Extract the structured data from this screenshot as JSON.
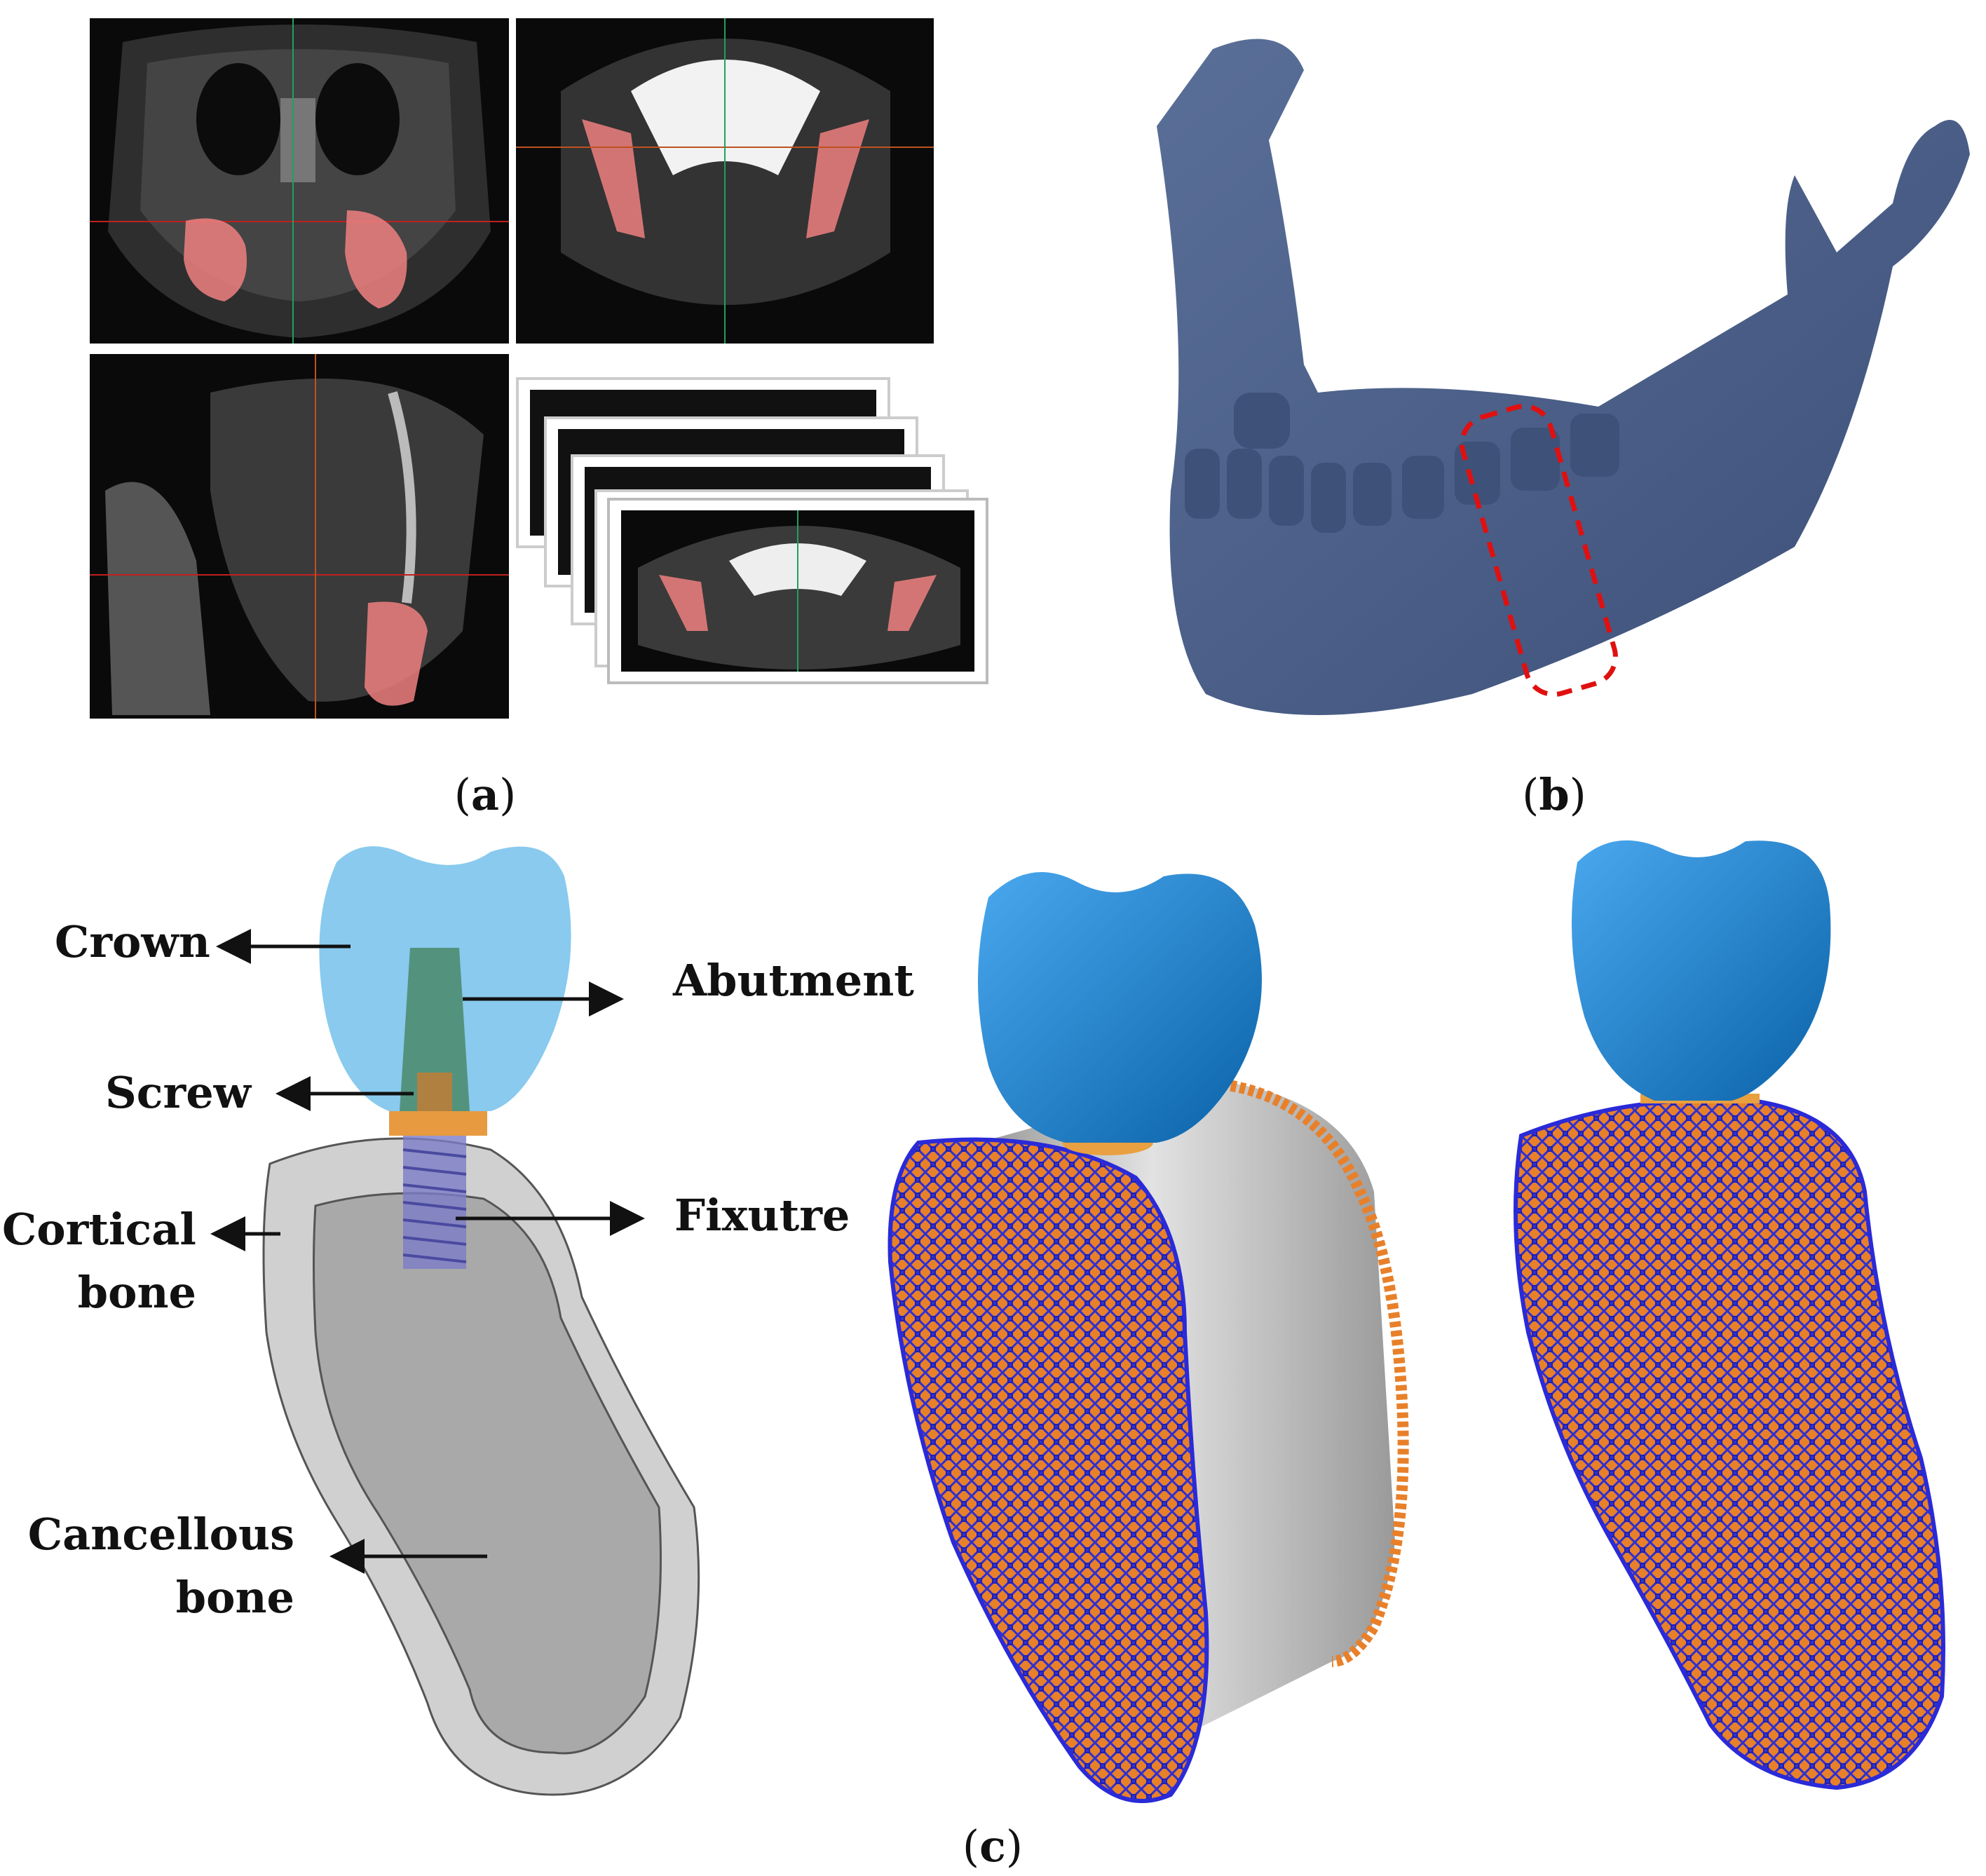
{
  "panel_a": {
    "caption_open": "(",
    "caption_letter": "a",
    "caption_close": ")"
  },
  "panel_b": {
    "caption_open": "(",
    "caption_letter": "b",
    "caption_close": ")"
  },
  "panel_c": {
    "caption_open": "(",
    "caption_letter": "c",
    "caption_close": ")",
    "labels": {
      "crown": "Crown",
      "abutment": "Abutment",
      "screw": "Screw",
      "cortical_line1": "Cortical",
      "cortical_line2": "bone",
      "fixture": "Fixutre",
      "cancellous_line1": "Cancellous",
      "cancellous_line2": "bone"
    }
  },
  "colors": {
    "segmentation": "#f08080",
    "ct_background": "#0a0a0a",
    "mandible": "#4a5f86",
    "roi_outline": "#e01010",
    "crown": "#1a88d6",
    "cortical": "#d0d0d0",
    "cancellous": "#a9a9a9",
    "mesh_orange": "#e8802a",
    "mesh_blue": "#2a2ad8"
  }
}
